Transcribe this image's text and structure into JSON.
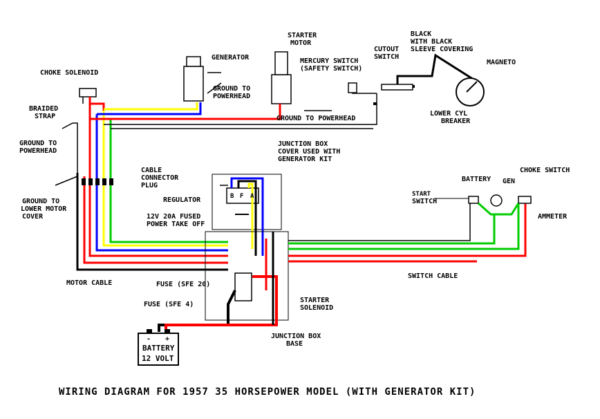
{
  "title": "WIRING DIAGRAM FOR 1957  35  HORSEPOWER MODEL  (WITH GENERATOR KIT)",
  "labels": {
    "choke_solenoid": "CHOKE SOLENOID",
    "braided": "BRAIDED",
    "strap": "STRAP",
    "ground_to_powerhead_a": "GROUND TO",
    "ground_to_powerhead_b": "POWERHEAD",
    "ground_lower_a": "GROUND TO",
    "ground_lower_b": "LOWER MOTOR",
    "ground_lower_c": "COVER",
    "generator": "GENERATOR",
    "gen_ground_a": "GROUND TO",
    "gen_ground_b": "POWERHEAD",
    "starter_a": "STARTER",
    "starter_b": "MOTOR",
    "mercury_a": "MERCURY SWITCH",
    "mercury_b": "(SAFETY SWITCH)",
    "cutout_a": "CUTOUT",
    "cutout_b": "SWITCH",
    "black_a": "BLACK",
    "black_b": "WITH BLACK",
    "black_c": "SLEEVE COVERING",
    "magneto": "MAGNETO",
    "lower_cyl_a": "LOWER CYL",
    "lower_cyl_b": "BREAKER",
    "ground_powerhead_mid": "GROUND TO POWERHEAD",
    "jbox_a": "JUNCTION BOX",
    "jbox_b": "COVER USED WITH",
    "jbox_c": "GENERATOR KIT",
    "cable_a": "CABLE",
    "cable_b": "CONNECTOR",
    "cable_c": "PLUG",
    "regulator": "REGULATOR",
    "reg_b": "B",
    "reg_f": "F",
    "reg_a": "A",
    "pto_a": "12V 20A FUSED",
    "pto_b": "POWER TAKE OFF",
    "battery_top": "BATTERY",
    "gen_small": "GEN",
    "choke_switch": "CHOKE SWITCH",
    "start": "START",
    "switch": "SWITCH",
    "ammeter": "AMMETER",
    "motor_cable": "MOTOR CABLE",
    "fuse20": "FUSE (SFE 20)",
    "fuse4": "FUSE (SFE 4)",
    "starter_sol_a": "STARTER",
    "starter_sol_b": "SOLENOID",
    "switch_cable": "SWITCH CABLE",
    "jbase_a": "JUNCTION BOX",
    "jbase_b": "BASE",
    "battery_a": "BATTERY",
    "battery_b": "12 VOLT",
    "plus": "+",
    "minus": "-"
  },
  "wire_colors": {
    "red": "#ff0000",
    "yellow": "#ffff00",
    "blue": "#0000ff",
    "green": "#00cc00",
    "black": "#000000"
  }
}
